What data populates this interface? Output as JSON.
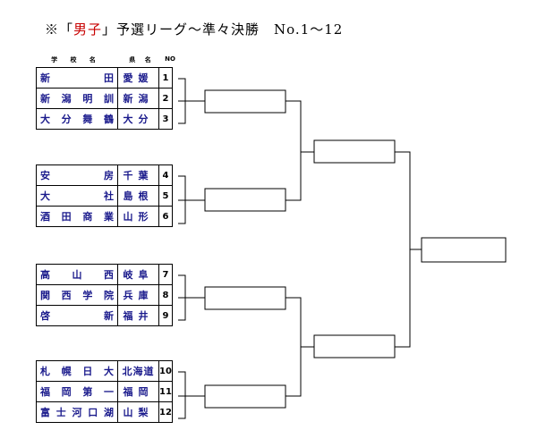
{
  "title": {
    "prefix": "※「",
    "highlight": "男子",
    "suffix": "」予選リーグ～準々決勝　No.1～12"
  },
  "header": {
    "school": "学 校 名",
    "pref": "県 名",
    "no": "NO"
  },
  "groups": [
    [
      {
        "school": [
          "新",
          "田"
        ],
        "pref": "愛媛",
        "no": "1"
      },
      {
        "school": [
          "新",
          "潟",
          "明",
          "訓"
        ],
        "pref": "新潟",
        "no": "2"
      },
      {
        "school": [
          "大",
          "分",
          "舞",
          "鶴"
        ],
        "pref": "大分",
        "no": "3"
      }
    ],
    [
      {
        "school": [
          "安",
          "房"
        ],
        "pref": "千葉",
        "no": "4"
      },
      {
        "school": [
          "大",
          "社"
        ],
        "pref": "島根",
        "no": "5"
      },
      {
        "school": [
          "酒",
          "田",
          "商",
          "業"
        ],
        "pref": "山形",
        "no": "6"
      }
    ],
    [
      {
        "school": [
          "高",
          "山",
          "西"
        ],
        "pref": "岐阜",
        "no": "7"
      },
      {
        "school": [
          "関",
          "西",
          "学",
          "院"
        ],
        "pref": "兵庫",
        "no": "8"
      },
      {
        "school": [
          "啓",
          "新"
        ],
        "pref": "福井",
        "no": "9"
      }
    ],
    [
      {
        "school": [
          "札",
          "幌",
          "日",
          "大"
        ],
        "pref": "北海道",
        "no": "10"
      },
      {
        "school": [
          "福",
          "岡",
          "第",
          "一"
        ],
        "pref": "福岡",
        "no": "11"
      },
      {
        "school": [
          "富",
          "士",
          "河",
          "口",
          "湖"
        ],
        "pref": "山梨",
        "no": "12"
      }
    ]
  ]
}
